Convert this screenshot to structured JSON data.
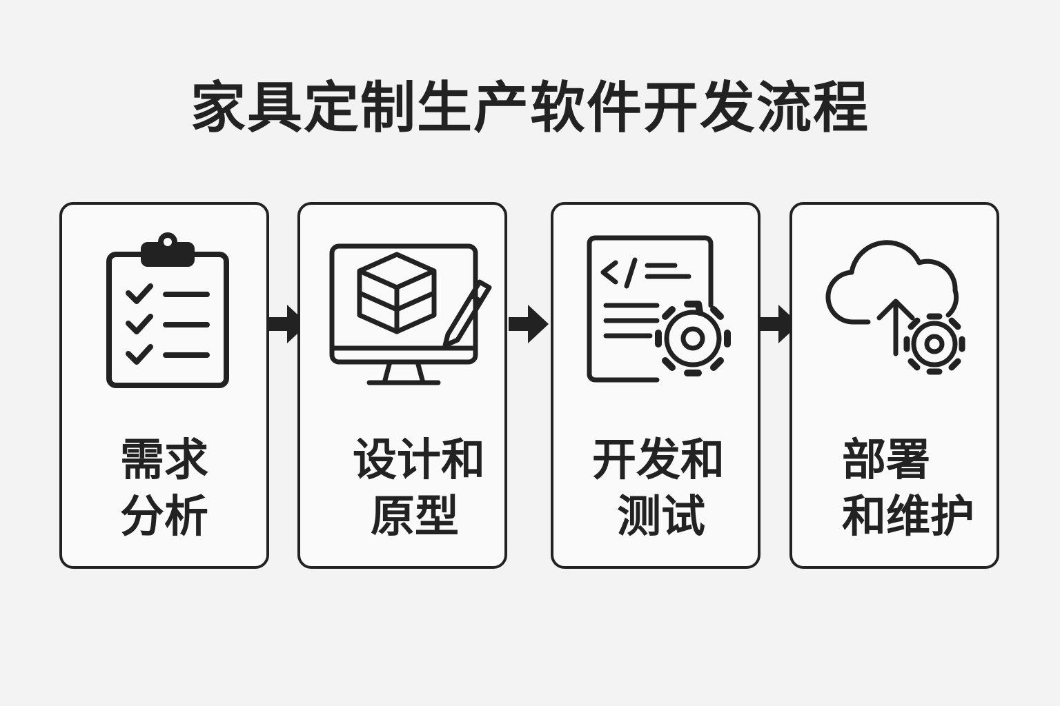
{
  "title": "家具定制生产软件开发流程",
  "steps": [
    {
      "line1": "需求",
      "line2": "分析",
      "icon": "clipboard-checklist-icon"
    },
    {
      "line1": "设计和",
      "line2": "原型",
      "icon": "monitor-cube-pencil-icon"
    },
    {
      "line1": "开发和",
      "line2": "测试",
      "icon": "code-document-gear-icon"
    },
    {
      "line1": "部署",
      "line2": "和维护",
      "icon": "cloud-upload-gear-icon"
    }
  ],
  "colors": {
    "stroke": "#222222",
    "background": "#f3f3f3",
    "card": "#fafafa"
  }
}
